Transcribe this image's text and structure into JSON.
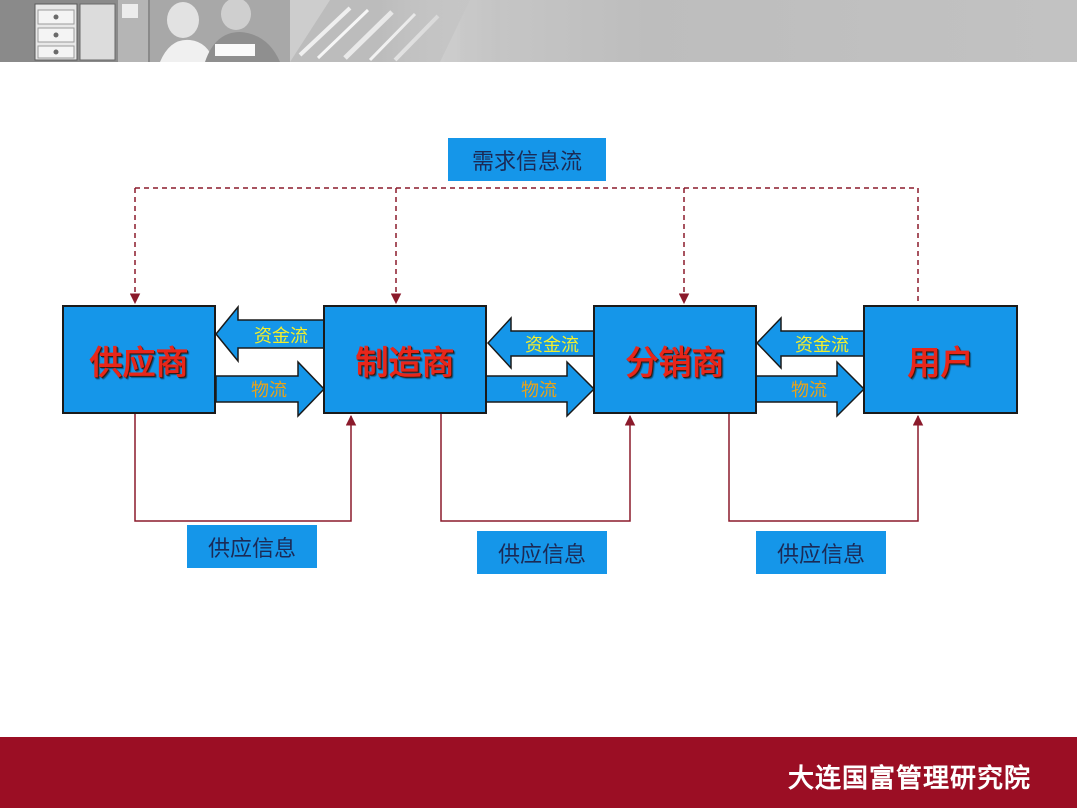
{
  "header": {
    "photo": "kitchen-family-photo"
  },
  "top_label": "需求信息流",
  "nodes": [
    {
      "id": "supplier",
      "label": "供应商"
    },
    {
      "id": "manufacturer",
      "label": "制造商"
    },
    {
      "id": "distributor",
      "label": "分销商"
    },
    {
      "id": "user",
      "label": "用户"
    }
  ],
  "flows": {
    "money_label": "资金流",
    "goods_label": "物流"
  },
  "supply_info_labels": [
    "供应信息",
    "供应信息",
    "供应信息"
  ],
  "footer": {
    "organization": "大连国富管理研究院"
  },
  "colors": {
    "box_blue": "#1596e9",
    "node_text_red": "#e8261a",
    "line_dark_red": "#8b1a2b",
    "footer_red": "#9b0e24",
    "money_text_yellow": "#f2ee2c",
    "goods_text_orange": "#e8a21a"
  }
}
